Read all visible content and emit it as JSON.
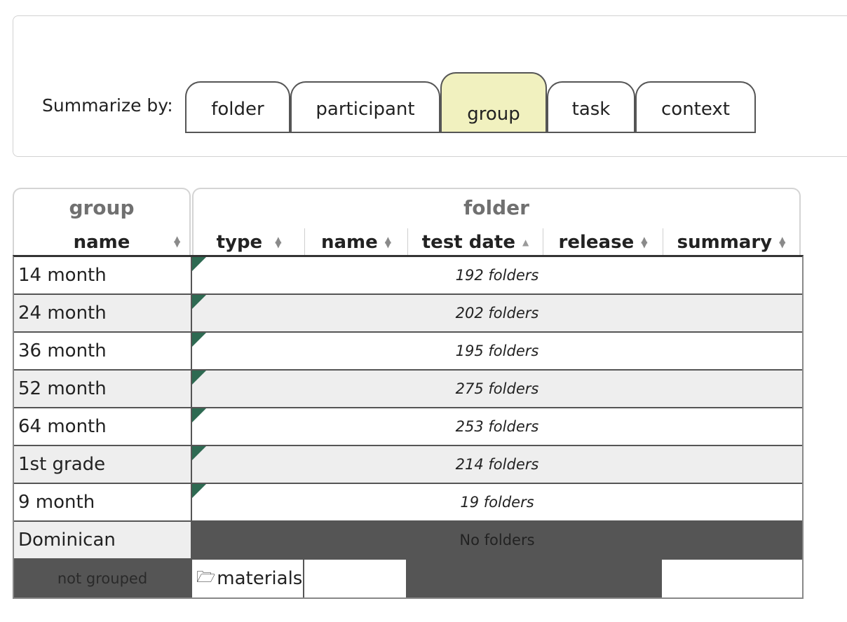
{
  "summarize": {
    "label": "Summarize by:",
    "tabs": [
      {
        "label": "folder",
        "active": false
      },
      {
        "label": "participant",
        "active": false
      },
      {
        "label": "group",
        "active": true
      },
      {
        "label": "task",
        "active": false
      },
      {
        "label": "context",
        "active": false
      }
    ]
  },
  "table": {
    "group_header": {
      "title": "group",
      "columns": [
        {
          "label": "name",
          "sort": "both"
        }
      ]
    },
    "folder_header": {
      "title": "folder",
      "columns": [
        {
          "label": "type",
          "sort": "both"
        },
        {
          "label": "name",
          "sort": "both"
        },
        {
          "label": "test date",
          "sort": "up"
        },
        {
          "label": "release",
          "sort": "both"
        },
        {
          "label": "summary",
          "sort": "both"
        }
      ]
    },
    "rows": [
      {
        "name": "14 month",
        "folders": "192 folders"
      },
      {
        "name": "24 month",
        "folders": "202 folders"
      },
      {
        "name": "36 month",
        "folders": "195 folders"
      },
      {
        "name": "52 month",
        "folders": "275 folders"
      },
      {
        "name": "64 month",
        "folders": "253 folders"
      },
      {
        "name": "1st grade",
        "folders": "214 folders"
      },
      {
        "name": "9 month",
        "folders": "19 folders"
      },
      {
        "name": "Dominican",
        "folders": "No folders"
      }
    ],
    "ungrouped": {
      "name": "not grouped",
      "type": "materials",
      "type_icon": "folder-open-icon"
    }
  },
  "colors": {
    "active_tab": "#f1f1bf",
    "corner_marker": "#2e6a52",
    "empty_cell": "#555555"
  }
}
